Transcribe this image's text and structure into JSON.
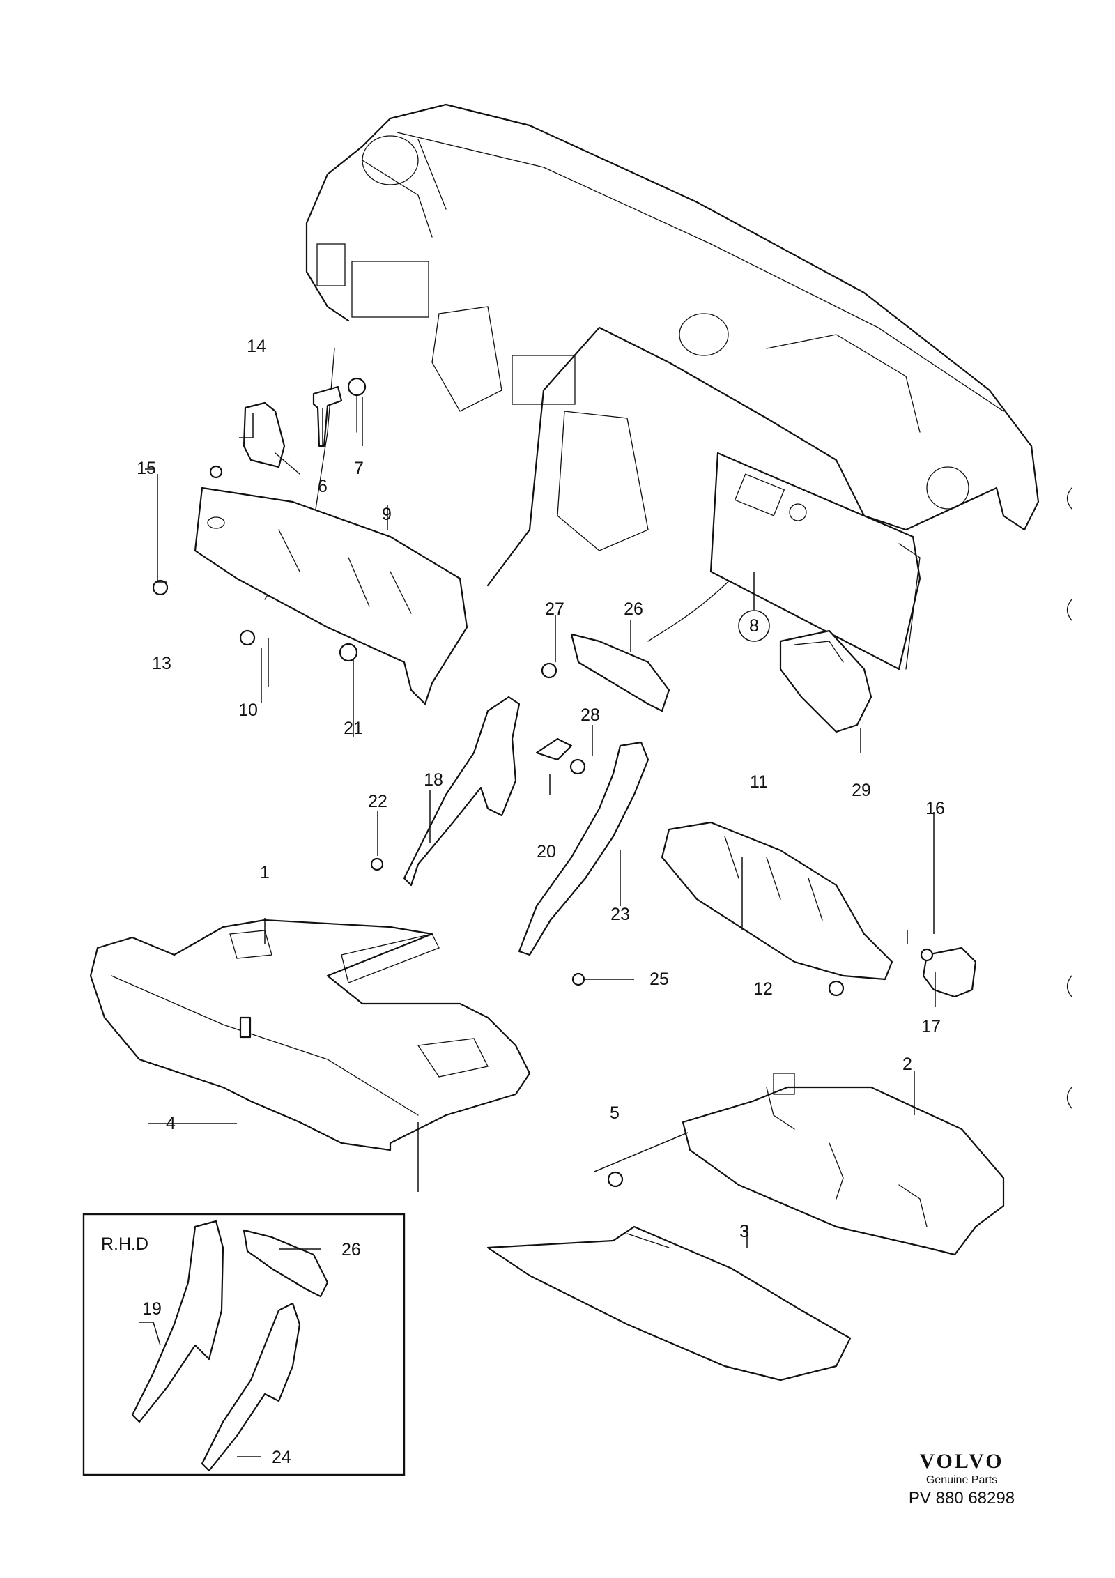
{
  "callouts": [
    {
      "id": "c1",
      "text": "1"
    },
    {
      "id": "c2",
      "text": "2"
    },
    {
      "id": "c3",
      "text": "3"
    },
    {
      "id": "c4",
      "text": "4"
    },
    {
      "id": "c5",
      "text": "5"
    },
    {
      "id": "c6",
      "text": "6"
    },
    {
      "id": "c7",
      "text": "7"
    },
    {
      "id": "c8",
      "text": "8"
    },
    {
      "id": "c9",
      "text": "9"
    },
    {
      "id": "c10",
      "text": "10"
    },
    {
      "id": "c11",
      "text": "11"
    },
    {
      "id": "c12",
      "text": "12"
    },
    {
      "id": "c13",
      "text": "13"
    },
    {
      "id": "c14",
      "text": "14"
    },
    {
      "id": "c15",
      "text": "15"
    },
    {
      "id": "c16",
      "text": "16"
    },
    {
      "id": "c17",
      "text": "17"
    },
    {
      "id": "c18",
      "text": "18"
    },
    {
      "id": "c20",
      "text": "20"
    },
    {
      "id": "c21",
      "text": "21"
    },
    {
      "id": "c22",
      "text": "22"
    },
    {
      "id": "c23",
      "text": "23"
    },
    {
      "id": "c25",
      "text": "25"
    },
    {
      "id": "c26",
      "text": "26"
    },
    {
      "id": "c27",
      "text": "27"
    },
    {
      "id": "c28",
      "text": "28"
    },
    {
      "id": "c29",
      "text": "29"
    }
  ],
  "inset": {
    "title": "R.H.D",
    "callouts": [
      {
        "id": "i19",
        "text": "19"
      },
      {
        "id": "i24",
        "text": "24"
      },
      {
        "id": "i26",
        "text": "26"
      }
    ]
  },
  "brand": {
    "logo": "VOLVO",
    "subtitle": "Genuine Parts",
    "reference": "PV 880 68298"
  }
}
